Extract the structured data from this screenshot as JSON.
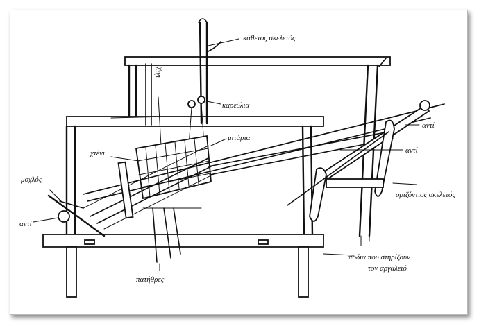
{
  "diagram": {
    "labels": {
      "vertical_frame": "κάθετος σκελετός",
      "ladder": "ιλιχ",
      "pulleys": "καρεύλια",
      "heddles": "μιτάρια",
      "reed": "χτένι",
      "lever": "μοχλός",
      "beam_left": "αντί",
      "beam_right_top": "αντί",
      "beam_right_mid": "αντί",
      "horizontal_frame": "οριζόντιος σκελετός",
      "support_line1": "ποδια που στηρίζουν",
      "support_line2": "τον αργαλειό",
      "treadles": "πατήθρες"
    }
  }
}
